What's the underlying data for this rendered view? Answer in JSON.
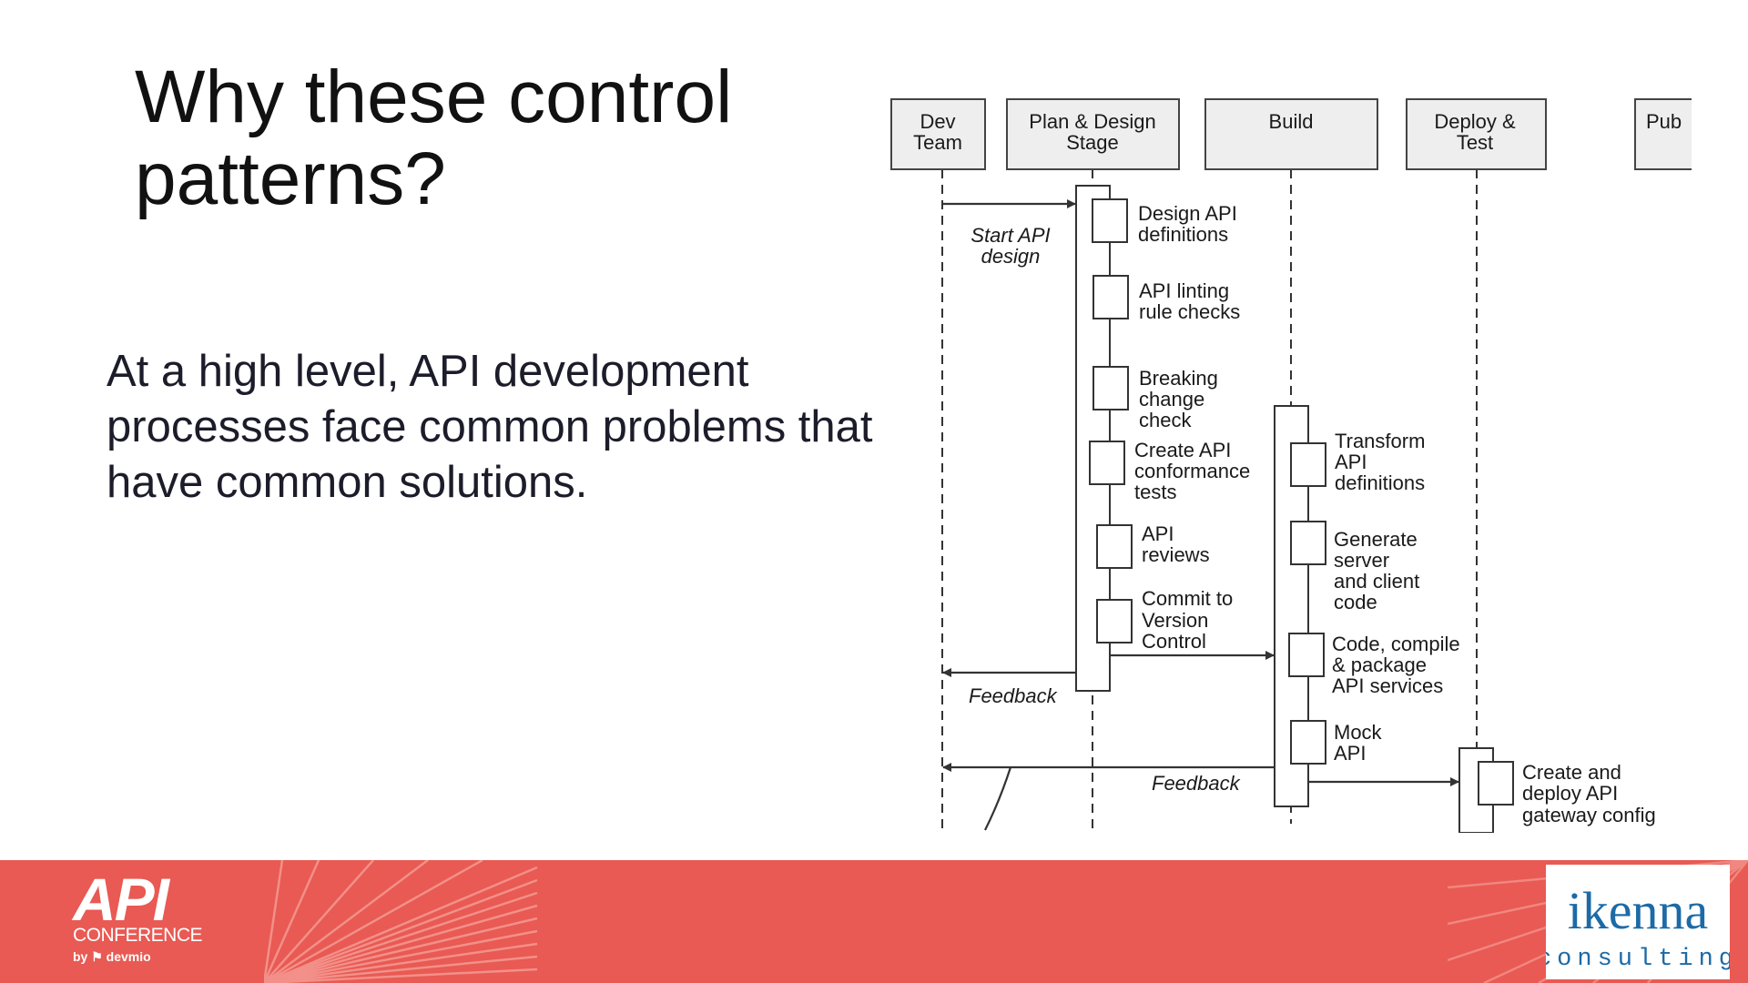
{
  "slide": {
    "title_lines": [
      "Why these control",
      "patterns?"
    ],
    "body_lines": [
      "At a high level, API development",
      "processes face common problems that",
      "have common solutions."
    ]
  },
  "diagram": {
    "lanes": [
      {
        "id": "dev",
        "lines": [
          "Dev",
          "Team"
        ]
      },
      {
        "id": "plan",
        "lines": [
          "Plan & Design",
          "Stage"
        ]
      },
      {
        "id": "build",
        "lines": [
          "Build"
        ]
      },
      {
        "id": "deploy",
        "lines": [
          "Deploy &",
          "Test"
        ]
      },
      {
        "id": "pub",
        "lines": [
          "Pub"
        ]
      }
    ],
    "plan_steps": [
      {
        "lines": [
          "Design API",
          "definitions"
        ]
      },
      {
        "lines": [
          "API linting",
          "rule checks"
        ]
      },
      {
        "lines": [
          "Breaking",
          "change",
          "check"
        ]
      },
      {
        "lines": [
          "Create API",
          "conformance",
          "tests"
        ]
      },
      {
        "lines": [
          "API",
          "reviews"
        ]
      },
      {
        "lines": [
          "Commit to",
          "Version",
          "Control"
        ]
      }
    ],
    "build_steps": [
      {
        "lines": [
          "Transform",
          "API",
          "definitions"
        ]
      },
      {
        "lines": [
          "Generate",
          "server",
          "and client",
          "code"
        ]
      },
      {
        "lines": [
          "Code, compile",
          "& package",
          "API services"
        ]
      },
      {
        "lines": [
          "Mock",
          "API"
        ]
      }
    ],
    "deploy_steps": [
      {
        "lines": [
          "Create and",
          "deploy API",
          "gateway config"
        ]
      }
    ],
    "messages": {
      "start": [
        "Start API",
        "design"
      ],
      "feedback_plan": "Feedback",
      "feedback_build": "Feedback"
    }
  },
  "footer": {
    "event_logo": {
      "api": "API",
      "conference": "CONFERENCE",
      "by": "by ⚑ devmio"
    },
    "company_logo": {
      "name": "ikenna",
      "tagline": "consulting"
    },
    "colors": {
      "band": "#e85a53",
      "ikenna_blue": "#1c6aa6"
    }
  }
}
